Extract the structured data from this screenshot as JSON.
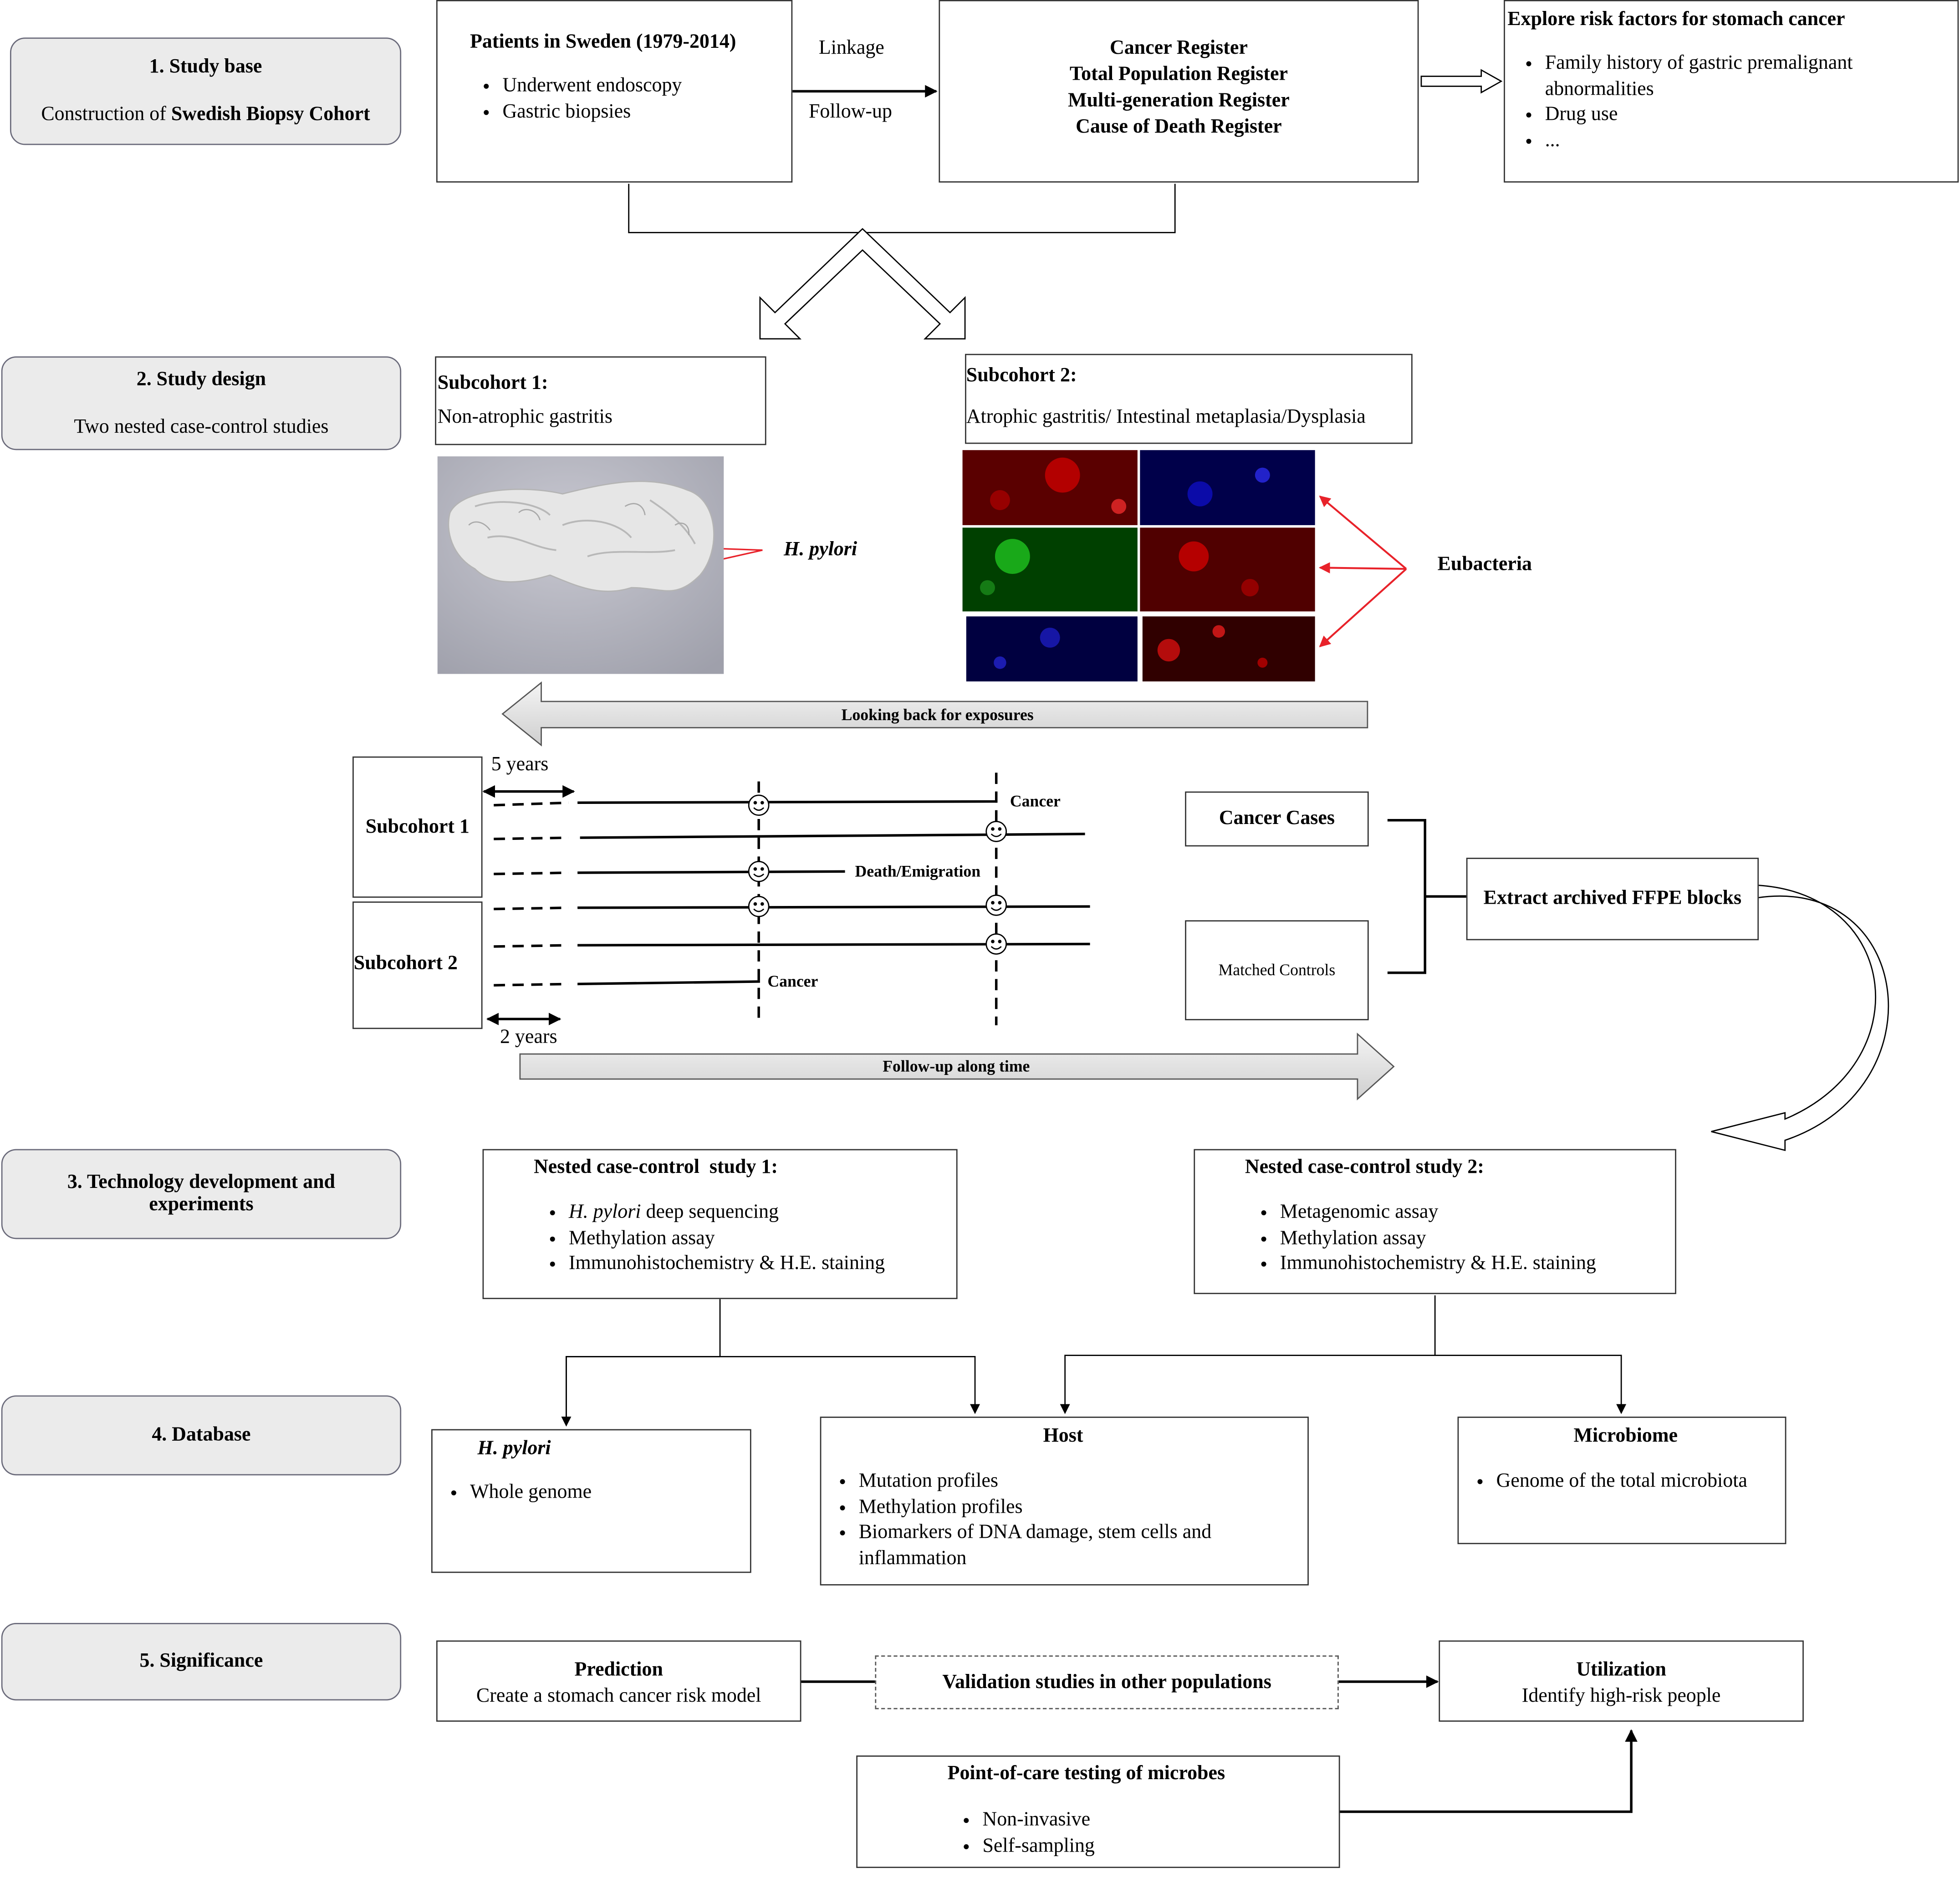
{
  "stages": {
    "s1_title": "1. Study base",
    "s1_sub_prefix": "Construction of ",
    "s1_sub_bold": "Swedish Biopsy Cohort",
    "s2_title": "2. Study design",
    "s2_sub": "Two nested case-control studies",
    "s3_title": "3. Technology development and experiments",
    "s4_title": "4. Database",
    "s5_title": "5. Significance"
  },
  "study_base": {
    "patients_title": "Patients in Sweden (1979-2014)",
    "patients_items": [
      "Underwent endoscopy",
      "Gastric biopsies"
    ],
    "linkage_label": "Linkage",
    "followup_label": "Follow-up",
    "registers": [
      "Cancer Register",
      "Total Population Register",
      "Multi-generation Register",
      "Cause of Death Register"
    ],
    "risk_title": "Explore risk factors for stomach cancer",
    "risk_items": [
      "Family history of gastric premalignant abnormalities",
      "Drug use",
      "..."
    ]
  },
  "study_design": {
    "sub1_title": "Subcohort 1:",
    "sub1_desc": "Non-atrophic gastritis",
    "sub2_title": "Subcohort 2:",
    "sub2_desc": "Atrophic gastritis/ Intestinal metaplasia/Dysplasia",
    "hpylori_label": "H. pylori",
    "eubacteria_label": "Eubacteria",
    "looking_back": "Looking back for exposures",
    "timeline": {
      "five_years": "5 years",
      "two_years": "2 years",
      "sub1_label": "Subcohort 1",
      "sub2_label": "Subcohort 2",
      "cancer_label_1": "Cancer",
      "death_label": "Death/Emigration",
      "cancer_label_2": "Cancer",
      "followup_time": "Follow-up along time"
    },
    "cancer_cases": "Cancer Cases",
    "matched_controls": "Matched Controls",
    "extract": "Extract archived FFPE blocks"
  },
  "technology": {
    "ncc1_title": "Nested case-control  study 1:",
    "ncc1_item1_italic": "H. pylori",
    "ncc1_item1_rest": " deep sequencing",
    "ncc1_items": [
      "Methylation assay",
      "Immunohistochemistry & H.E. staining"
    ],
    "ncc2_title": "Nested case-control study 2:",
    "ncc2_items": [
      "Metagenomic assay",
      "Methylation assay",
      "Immunohistochemistry & H.E. staining"
    ]
  },
  "database": {
    "hp_title": "H. pylori",
    "hp_items": [
      "Whole genome"
    ],
    "host_title": "Host",
    "host_items": [
      "Mutation profiles",
      "Methylation profiles",
      "Biomarkers of DNA damage, stem cells and inflammation"
    ],
    "micro_title": "Microbiome",
    "micro_items": [
      "Genome of the total microbiota"
    ]
  },
  "significance": {
    "prediction_title": "Prediction",
    "prediction_desc": "Create a stomach cancer risk model",
    "validation": "Validation studies in other populations",
    "utilization_title": "Utilization",
    "utilization_desc": "Identify high-risk people",
    "poc_title": "Point-of-care testing of microbes",
    "poc_items": [
      "Non-invasive",
      "Self-sampling"
    ]
  },
  "colors": {
    "stage_fill": "#ebebeb",
    "arrow_red": "#e8222a",
    "gray_arrow": "#d9d9d9"
  }
}
